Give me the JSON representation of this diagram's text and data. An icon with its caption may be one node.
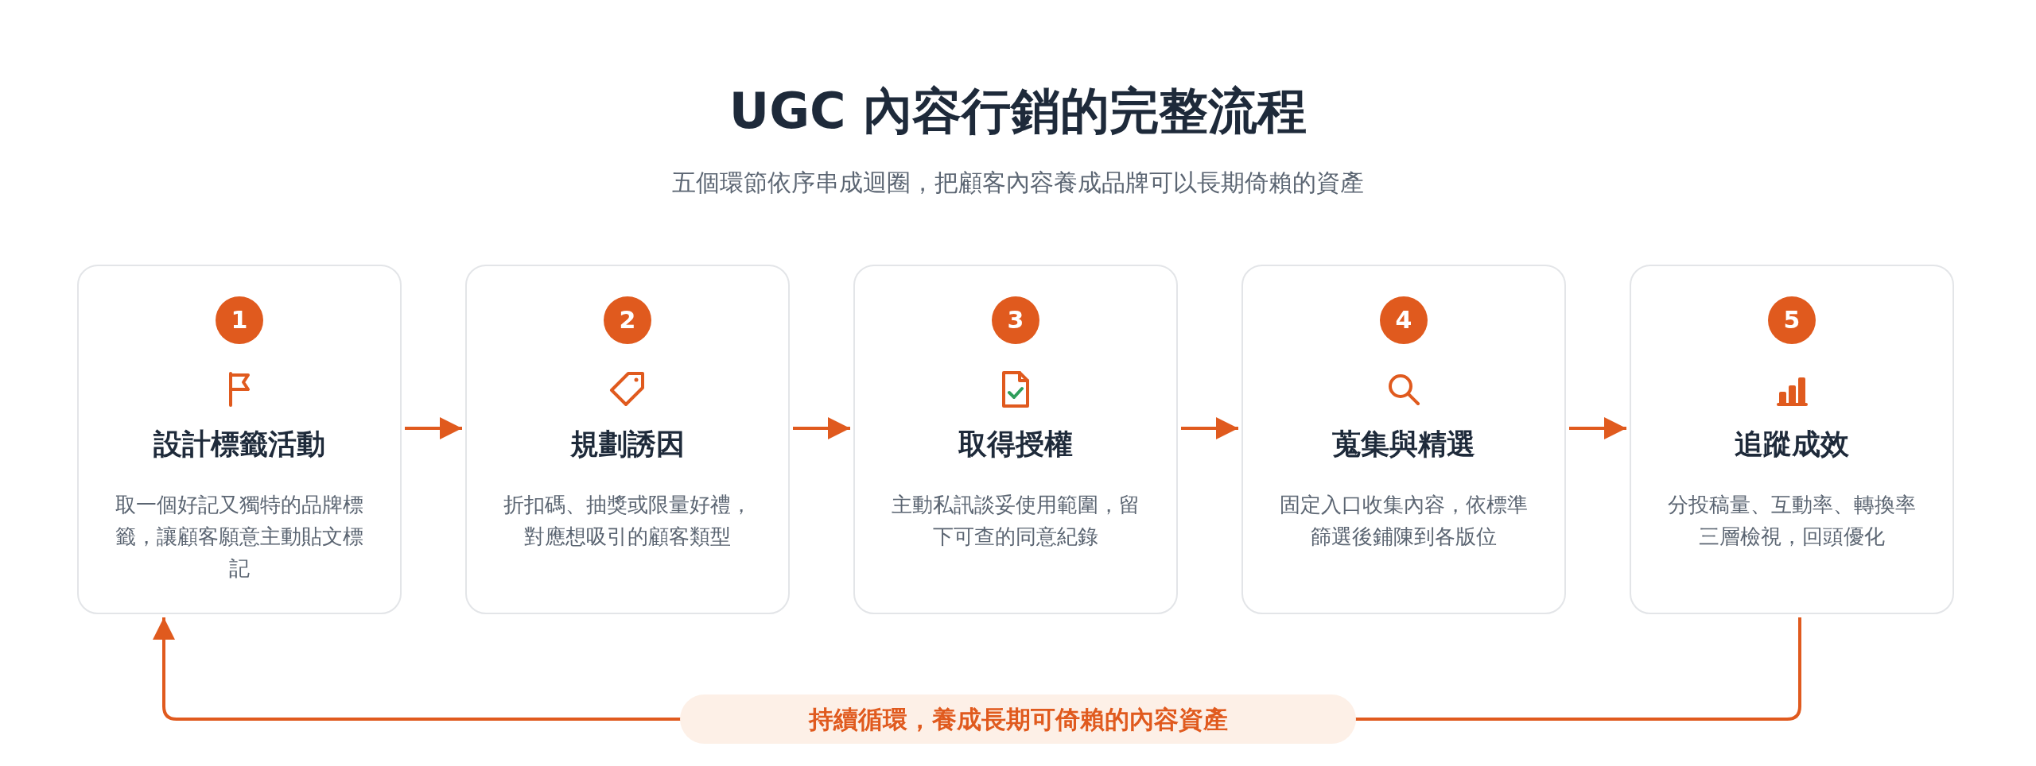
{
  "diagram": {
    "title": "UGC 內容行銷的完整流程",
    "caption": "五個環節依序串成迴圈，把顧客內容養成品牌可以長期倚賴的資產",
    "nodes": [
      {
        "text": [
          "設計標籤活動",
          "取一個好記又獨特的品牌標籤，讓顧客願意主動貼文標記"
        ]
      },
      {
        "text": [
          "1"
        ],
        "in": 0
      },
      {
        "text": [
          "規劃誘因",
          "折扣碼、抽獎或限量好禮，對應想吸引的顧客類型"
        ]
      },
      {
        "text": [
          "2"
        ],
        "in": 2
      },
      {
        "text": [
          "取得授權",
          "主動私訊談妥使用範圍，留下可查的同意紀錄"
        ]
      },
      {
        "text": [
          "3"
        ],
        "in": 4
      },
      {
        "text": [
          "蒐集與精選",
          "固定入口收集內容，依標準篩選後鋪陳到各版位"
        ]
      },
      {
        "text": [
          "4"
        ],
        "in": 6
      },
      {
        "text": [
          "追蹤成效",
          "分投稿量、互動率、轉換率三層檢視，回頭優化"
        ]
      },
      {
        "text": [
          "5"
        ],
        "in": 8
      }
    ],
    "edges": [
      {
        "from": 0,
        "to": 2,
        "arrow": "to"
      },
      {
        "from": 2,
        "to": 4,
        "arrow": "to"
      },
      {
        "from": 4,
        "to": 6,
        "arrow": "to"
      },
      {
        "from": 6,
        "to": 8,
        "arrow": "to"
      },
      {
        "from": 8,
        "to": 0,
        "arrow": "to",
        "label": "持續循環，養成長期可倚賴的內容資產"
      }
    ]
  }
}
